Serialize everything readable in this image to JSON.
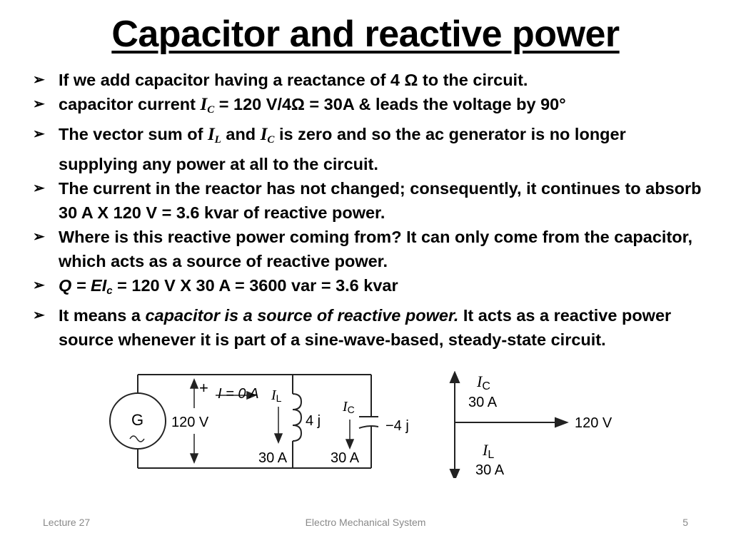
{
  "slide": {
    "title": "Capacitor and reactive power",
    "bullets": {
      "b1": "If we add capacitor having a reactance of 4 Ω to the circuit.",
      "b2": {
        "pre": "capacitor current ",
        "sym": "I",
        "sub": "C",
        "post": " = 120 V/4Ω = 30A & leads the voltage by 90°"
      },
      "b3": {
        "pre": "The vector sum of ",
        "sym1": "I",
        "sub1": "L",
        "mid": " and ",
        "sym2": "I",
        "sub2": "C",
        "post": " is zero and so the ac generator is no longer supplying any power at all to the circuit."
      },
      "b4": "The current in the reactor has not changed; consequently, it continues to absorb 30 A X 120 V = 3.6 kvar of reactive power.",
      "b5": "Where is this reactive power coming from? It can only come from the capacitor, which acts as a source of reactive power.",
      "b6": {
        "formula": "Q = EI",
        "sub": "c",
        "post": " = 120 V X 30 A = 3600 var = 3.6 kvar"
      },
      "b7": {
        "pre": "It means a ",
        "emph": "capacitor is a source of reactive power.",
        "post": " It acts as a reactive power source whenever it is part of a sine-wave-based, steady-state circuit."
      }
    }
  },
  "circuit": {
    "generator": "G",
    "plus": "+",
    "voltage": "120 V",
    "line_current": "I = 0 A",
    "inductor_current": "I",
    "inductor_sub": "L",
    "inductor_value": "30 A",
    "inductor_reactance": "4 j",
    "capacitor_current": "I",
    "capacitor_sub": "C",
    "capacitor_value": "30 A",
    "capacitor_reactance": "−4 j"
  },
  "phasor": {
    "ic_label": "I",
    "ic_sub": "C",
    "ic_value": "30 A",
    "voltage": "120 V",
    "il_label": "I",
    "il_sub": "L",
    "il_value": "30 A"
  },
  "footer": {
    "left": "Lecture 27",
    "center": "Electro Mechanical System",
    "right": "5"
  }
}
